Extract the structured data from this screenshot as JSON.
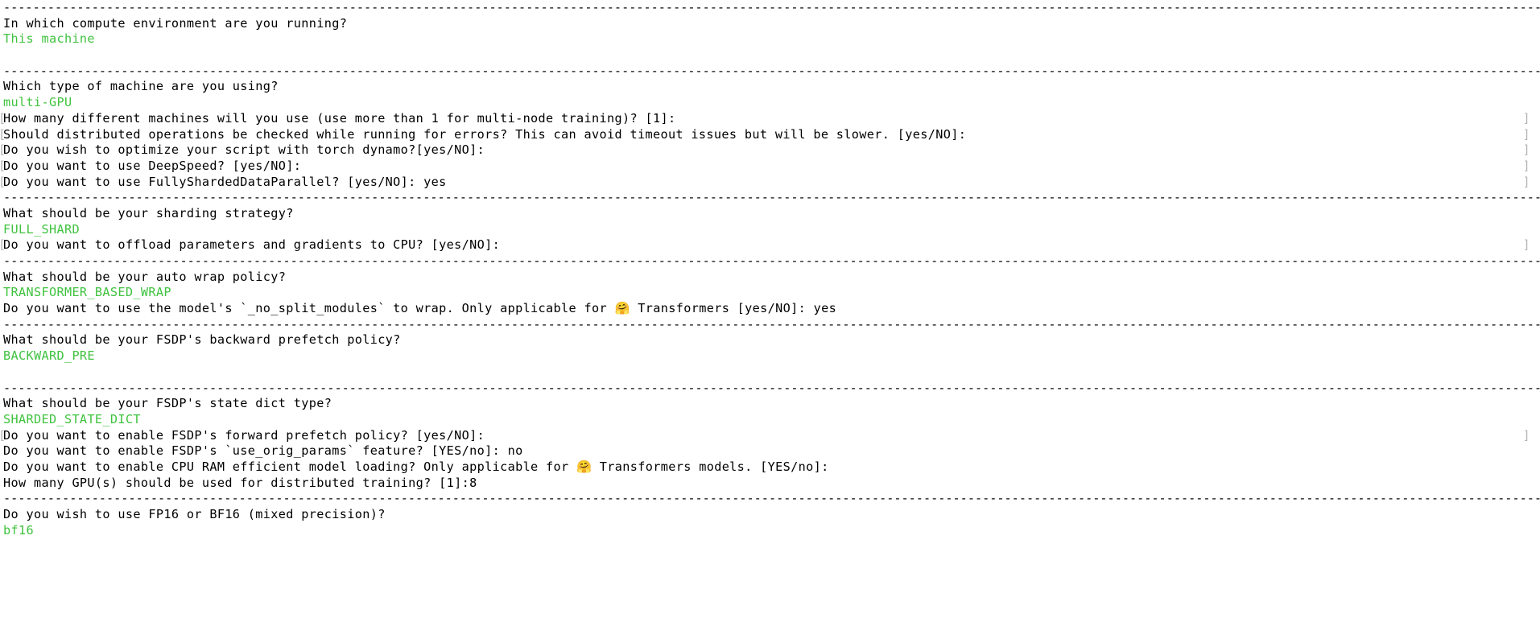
{
  "terminal": {
    "title": "accelerate config",
    "colors": {
      "background": "#ffffff",
      "foreground": "#000000",
      "answer_green": "#3fc33f",
      "marker_gray": "#b4b4b4"
    },
    "separator": "--------------------------------------------------------------------------------------------------------------------------------------------------------------------------------------------------------------------",
    "emoji": "🤗",
    "lines": [
      {
        "kind": "rule",
        "text": "--------------------------------------------------------------------------------------------------------------------------------------------------------------------------------------------------------------------"
      },
      {
        "kind": "prompt",
        "text": "In which compute environment are you running?"
      },
      {
        "kind": "answer",
        "text": "This machine"
      },
      {
        "kind": "blank",
        "text": ""
      },
      {
        "kind": "rule",
        "text": "--------------------------------------------------------------------------------------------------------------------------------------------------------------------------------------------------------------------"
      },
      {
        "kind": "prompt",
        "text": "Which type of machine are you using?"
      },
      {
        "kind": "answer",
        "text": "multi-GPU"
      },
      {
        "kind": "prompt",
        "marked": true,
        "text": "How many different machines will you use (use more than 1 for multi-node training)? [1]:"
      },
      {
        "kind": "prompt",
        "marked": true,
        "text": "Should distributed operations be checked while running for errors? This can avoid timeout issues but will be slower. [yes/NO]:"
      },
      {
        "kind": "prompt",
        "marked": true,
        "text": "Do you wish to optimize your script with torch dynamo?[yes/NO]:"
      },
      {
        "kind": "prompt",
        "marked": true,
        "text": "Do you want to use DeepSpeed? [yes/NO]:"
      },
      {
        "kind": "prompt",
        "marked": true,
        "text": "Do you want to use FullyShardedDataParallel? [yes/NO]: yes"
      },
      {
        "kind": "rule",
        "text": "--------------------------------------------------------------------------------------------------------------------------------------------------------------------------------------------------------------------"
      },
      {
        "kind": "prompt",
        "text": "What should be your sharding strategy?"
      },
      {
        "kind": "answer",
        "text": "FULL_SHARD"
      },
      {
        "kind": "prompt",
        "marked": true,
        "text": "Do you want to offload parameters and gradients to CPU? [yes/NO]:"
      },
      {
        "kind": "rule",
        "text": "--------------------------------------------------------------------------------------------------------------------------------------------------------------------------------------------------------------------"
      },
      {
        "kind": "prompt",
        "text": "What should be your auto wrap policy?"
      },
      {
        "kind": "answer",
        "text": "TRANSFORMER_BASED_WRAP"
      },
      {
        "kind": "prompt",
        "emoji_line": true,
        "before_emoji": "Do you want to use the model's `_no_split_modules` to wrap. Only applicable for ",
        "after_emoji": " Transformers [yes/NO]: yes",
        "text": "Do you want to use the model's `_no_split_modules` to wrap. Only applicable for 🤗 Transformers [yes/NO]: yes"
      },
      {
        "kind": "rule",
        "text": "--------------------------------------------------------------------------------------------------------------------------------------------------------------------------------------------------------------------"
      },
      {
        "kind": "prompt",
        "text": "What should be your FSDP's backward prefetch policy?"
      },
      {
        "kind": "answer",
        "text": "BACKWARD_PRE"
      },
      {
        "kind": "blank",
        "text": ""
      },
      {
        "kind": "rule",
        "text": "--------------------------------------------------------------------------------------------------------------------------------------------------------------------------------------------------------------------"
      },
      {
        "kind": "prompt",
        "text": "What should be your FSDP's state dict type?"
      },
      {
        "kind": "answer",
        "text": "SHARDED_STATE_DICT"
      },
      {
        "kind": "prompt",
        "marked": true,
        "text": "Do you want to enable FSDP's forward prefetch policy? [yes/NO]:"
      },
      {
        "kind": "prompt",
        "text": "Do you want to enable FSDP's `use_orig_params` feature? [YES/no]: no"
      },
      {
        "kind": "prompt",
        "emoji_line": true,
        "before_emoji": "Do you want to enable CPU RAM efficient model loading? Only applicable for ",
        "after_emoji": " Transformers models. [YES/no]:",
        "text": "Do you want to enable CPU RAM efficient model loading? Only applicable for 🤗 Transformers models. [YES/no]:"
      },
      {
        "kind": "prompt",
        "text": "How many GPU(s) should be used for distributed training? [1]:8"
      },
      {
        "kind": "rule",
        "text": "--------------------------------------------------------------------------------------------------------------------------------------------------------------------------------------------------------------------"
      },
      {
        "kind": "prompt",
        "text": "Do you wish to use FP16 or BF16 (mixed precision)?"
      },
      {
        "kind": "answer",
        "text": "bf16"
      }
    ]
  }
}
